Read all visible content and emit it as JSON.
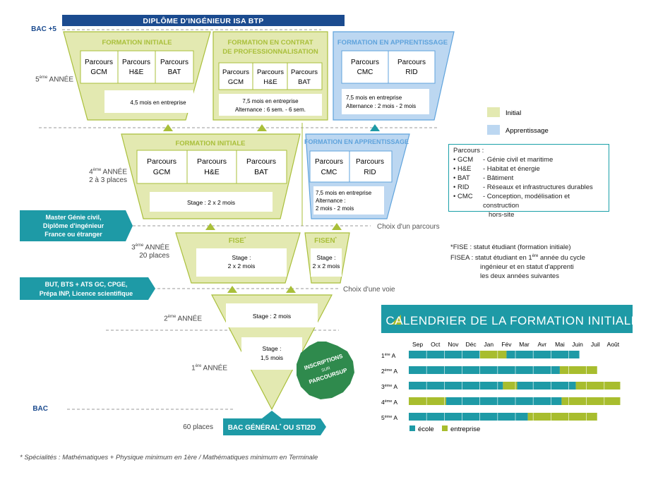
{
  "top_banner": "DIPLÔME D'INGÉNIEUR ISA BTP",
  "levels": {
    "bac5": "BAC +5",
    "bac": "BAC"
  },
  "years": {
    "y5_num": "5",
    "y5_sup": "ème",
    "y5_txt": "ANNÉE",
    "y4_num": "4",
    "y4_sup": "ème",
    "y4_txt": "ANNÉE",
    "y4_places": "2 à 3 places",
    "y3_num": "3",
    "y3_sup": "ème",
    "y3_txt": "ANNÉE",
    "y3_places": "20 places",
    "y2_num": "2",
    "y2_sup": "ème",
    "y2_txt": "ANNÉE",
    "y1_num": "1",
    "y1_sup": "ère",
    "y1_txt": "ANNÉE",
    "bottom_places": "60 places"
  },
  "year5": {
    "initiale": {
      "title": "FORMATION INITIALE",
      "parcours": [
        [
          "Parcours",
          "GCM"
        ],
        [
          "Parcours",
          "H&E"
        ],
        [
          "Parcours",
          "BAT"
        ]
      ],
      "note": "4,5 mois en entreprise"
    },
    "contrat": {
      "title1": "FORMATION EN CONTRAT",
      "title2": "DE PROFESSIONNALISATION",
      "parcours": [
        [
          "Parcours",
          "GCM"
        ],
        [
          "Parcours",
          "H&E"
        ],
        [
          "Parcours",
          "BAT"
        ]
      ],
      "note1": "7,5 mois en entreprise",
      "note2": "Alternance : 6 sem. - 6 sem."
    },
    "apprentissage": {
      "title": "FORMATION EN APPRENTISSAGE",
      "parcours": [
        [
          "Parcours",
          "CMC"
        ],
        [
          "Parcours",
          "RID"
        ]
      ],
      "note1": "7,5 mois en entreprise",
      "note2": "Alternance : 2 mois - 2 mois"
    }
  },
  "year4": {
    "initiale": {
      "title": "FORMATION INITIALE",
      "parcours": [
        [
          "Parcours",
          "GCM"
        ],
        [
          "Parcours",
          "H&E"
        ],
        [
          "Parcours",
          "BAT"
        ]
      ],
      "note": "Stage : 2 x 2 mois"
    },
    "apprentissage": {
      "title": "FORMATION EN APPRENTISSAGE",
      "parcours": [
        [
          "Parcours",
          "CMC"
        ],
        [
          "Parcours",
          "RID"
        ]
      ],
      "note1": "7,5 mois en entreprise",
      "note2": "Alternance :",
      "note3": "2 mois - 2 mois"
    }
  },
  "year3": {
    "fise": {
      "title": "FISE",
      "star": "*",
      "note1": "Stage :",
      "note2": "2 x 2 mois"
    },
    "fisen": {
      "title": "FISEN",
      "star": "*",
      "note1": "Stage :",
      "note2": "2 x 2 mois"
    }
  },
  "year2": {
    "note": "Stage : 2 mois"
  },
  "year1": {
    "note1": "Stage :",
    "note2": "1,5 mois"
  },
  "entries": {
    "master": [
      "Master Génie civil,",
      "Diplôme d'ingénieur",
      "France ou étranger"
    ],
    "but": [
      "BUT, BTS + ATS GC, CPGE,",
      "Prépa INP, Licence scientifique"
    ],
    "bac_general": "BAC GÉNÉRAL",
    "bac_star": "*",
    "bac_rest": " OU STI2D"
  },
  "choices": {
    "parcours": "Choix d'un parcours",
    "voie": "Choix d'une voie"
  },
  "stamp": [
    "INSCRIPTIONS",
    "SUR",
    "PARCOURSUP"
  ],
  "legend": {
    "initial": "Initial",
    "apprentissage": "Apprentissage",
    "initial_color": "#e3e9b1",
    "apprentissage_color": "#bcd7f1"
  },
  "parcours_box": {
    "title": "Parcours :",
    "rows": [
      [
        "• GCM",
        "- Génie civil et maritime"
      ],
      [
        "• H&E",
        "- Habitat et énergie"
      ],
      [
        "• BAT",
        "- Bâtiment"
      ],
      [
        "• RID",
        "- Réseaux et infrastructures durables"
      ],
      [
        "• CMC",
        "- Conception, modélisation et construction"
      ],
      [
        "",
        "hors-site"
      ]
    ]
  },
  "notes": {
    "fise_key": "*FISE",
    "fise_text": ": statut étudiant (formation initiale)",
    "fisea_key": "FISEA :",
    "fisea_l1a": "statut étudiant en 1",
    "fisea_l1sup": "ère",
    "fisea_l1b": " année du cycle",
    "fisea_l2": "ingénieur et en statut d'apprenti",
    "fisea_l3": "les deux années suivantes"
  },
  "calendar": {
    "title": "CALENDRIER DE LA FORMATION INITIALE",
    "months": [
      "Sep",
      "Oct",
      "Nov",
      "Déc",
      "Jan",
      "Fév",
      "Mar",
      "Avr",
      "Mai",
      "Juin",
      "Juil",
      "Août"
    ],
    "rows": [
      {
        "num": "1",
        "sup": "ère",
        "suffix": " A"
      },
      {
        "num": "2",
        "sup": "ème",
        "suffix": " A"
      },
      {
        "num": "3",
        "sup": "ème",
        "suffix": " A"
      },
      {
        "num": "4",
        "sup": "ème",
        "suffix": " A"
      },
      {
        "num": "5",
        "sup": "ème",
        "suffix": " A"
      }
    ],
    "legend_ecole": "école",
    "legend_entreprise": "entreprise",
    "ecole_color": "#1e9aa6",
    "entreprise_color": "#a8bd2e"
  },
  "footnote": "* Spécialités : Mathématiques + Physique minimum en 1ère / Mathématiques minimum en Terminale",
  "colors": {
    "teal": "#1e9aa6",
    "green_fill": "#e3e9b1",
    "green_border": "#a9bf3a",
    "blue_fill": "#bcd7f1",
    "blue_border": "#5fa3dc",
    "navy": "#1b4b8f",
    "stamp": "#2f8a4d"
  }
}
